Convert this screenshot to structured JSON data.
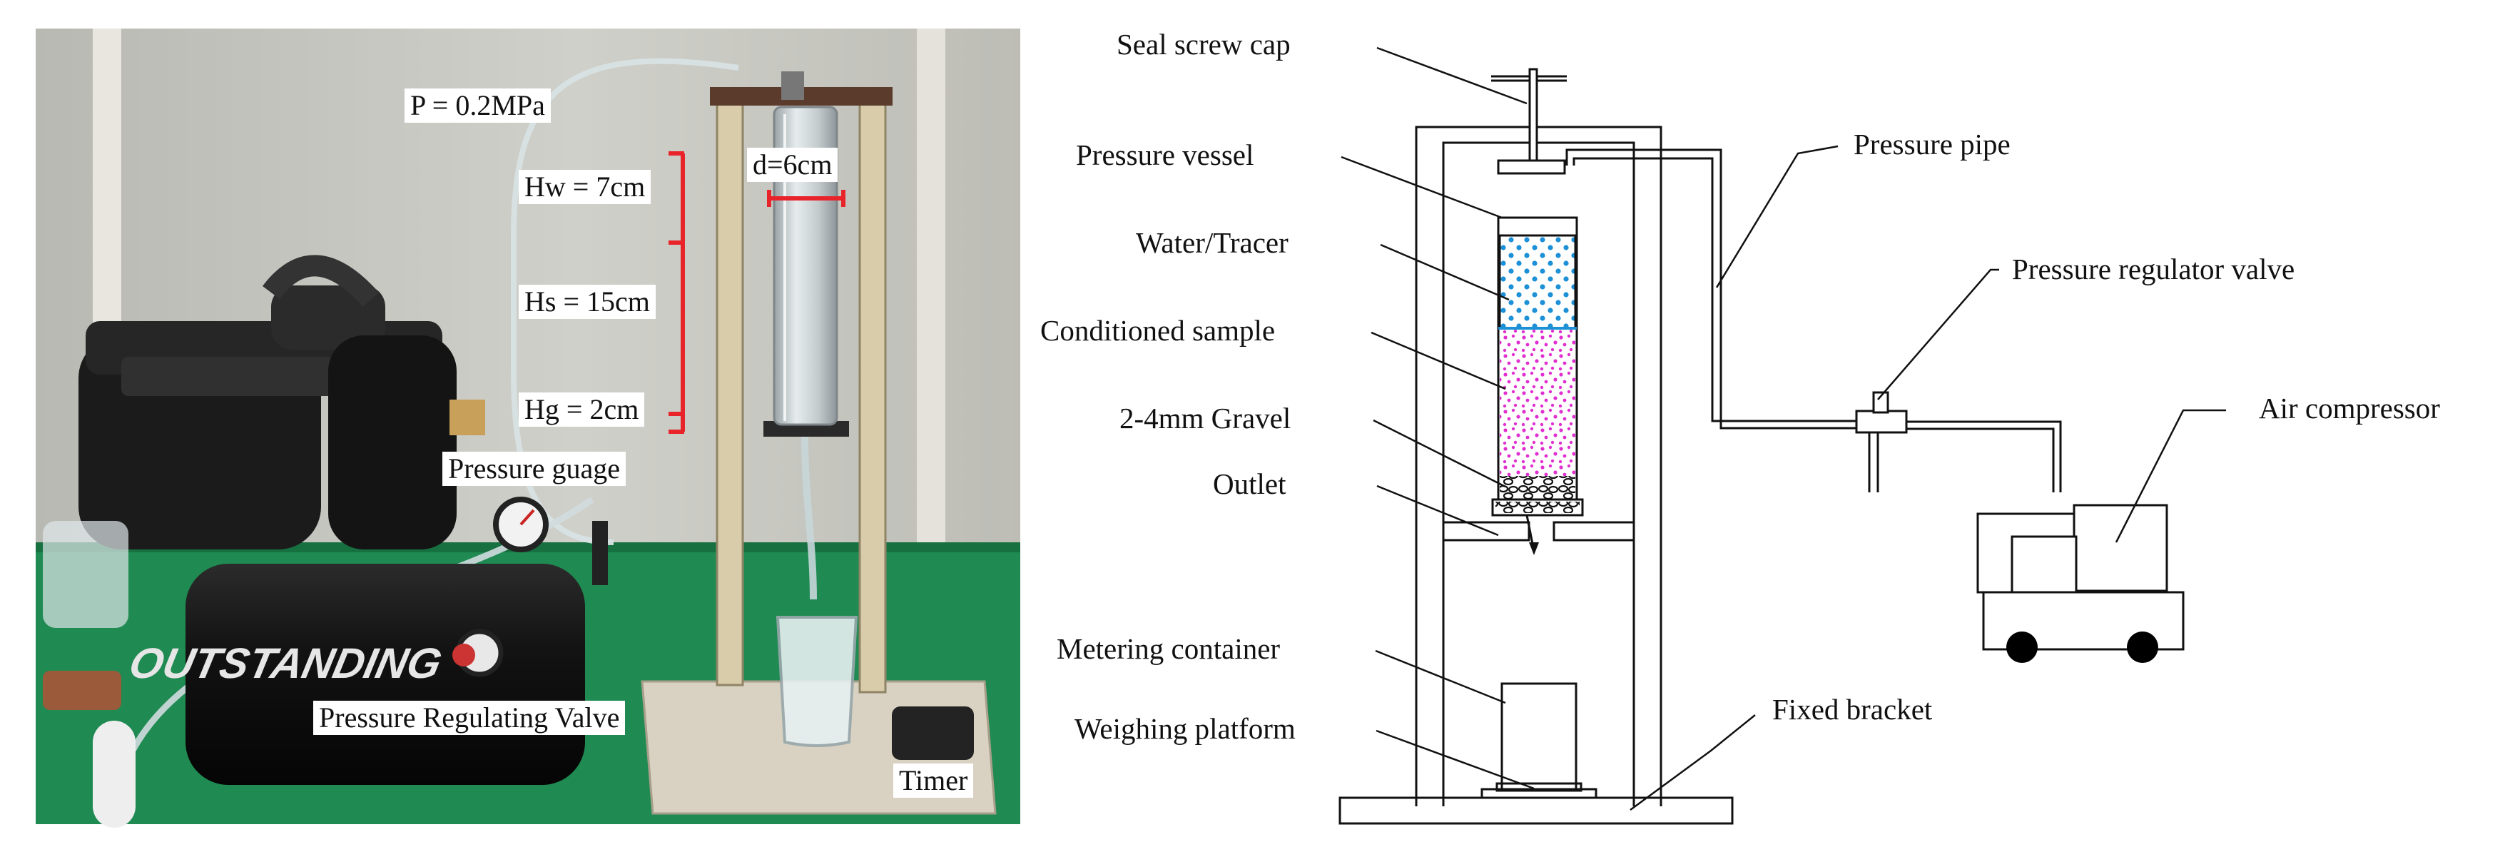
{
  "photo_labels": {
    "pressure": "P = 0.2MPa",
    "hw": "Hw = 7cm",
    "d": "d=6cm",
    "hs": "Hs = 15cm",
    "hg": "Hg = 2cm",
    "pressure_gauge": "Pressure guage",
    "regulating_valve": "Pressure Regulating Valve",
    "timer": "Timer",
    "brand": "OUTSTANDING"
  },
  "diagram_labels": {
    "seal_screw_cap": "Seal screw cap",
    "pressure_vessel": "Pressure vessel",
    "water_tracer": "Water/Tracer",
    "conditioned_sample": "Conditioned sample",
    "gravel": "2-4mm Gravel",
    "outlet": "Outlet",
    "metering_container": "Metering container",
    "weighing_platform": "Weighing platform",
    "pressure_pipe": "Pressure pipe",
    "pressure_regulator_valve": "Pressure regulator valve",
    "air_compressor": "Air compressor",
    "fixed_bracket": "Fixed bracket"
  },
  "colors": {
    "water_dots": "#1e90d6",
    "sample_dots": "#e02fd0",
    "dimension_lines": "#e8232a",
    "bench": "#1f8a52",
    "wall": "#c9c9c3"
  }
}
